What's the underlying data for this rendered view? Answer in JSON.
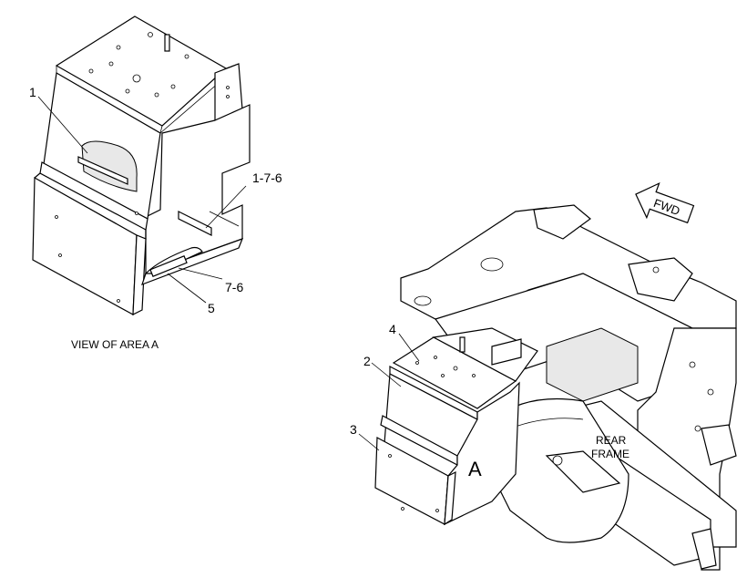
{
  "labels": {
    "callout_1": "1",
    "callout_1_7_6": "1-7-6",
    "callout_7_6": "7-6",
    "callout_5": "5",
    "view_caption": "VIEW OF AREA A",
    "callout_4": "4",
    "callout_2": "2",
    "callout_3": "3",
    "area_letter": "A",
    "rear_frame_line1": "REAR",
    "rear_frame_line2": "FRAME",
    "fwd": "FWD"
  }
}
